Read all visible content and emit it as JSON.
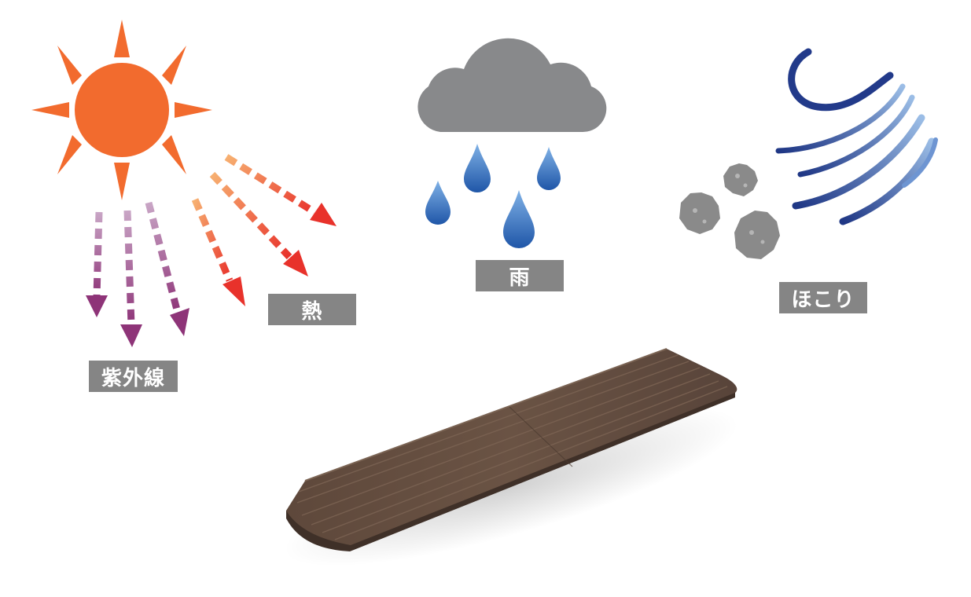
{
  "labels": {
    "uv": "紫外線",
    "heat": "熱",
    "rain": "雨",
    "dust": "ほこり"
  },
  "icons": {
    "sun": "sun-icon",
    "uv_arrows": "uv-arrow-icon",
    "heat_arrows": "heat-arrow-icon",
    "cloud": "rain-cloud-icon",
    "raindrops": "raindrop-icon",
    "wind": "wind-icon",
    "dust": "dust-particle-icon",
    "ramp": "wood-grain-step-ramp"
  },
  "colors": {
    "sun": "#f26b2e",
    "uv_top": "#c3a0c0",
    "uv_bottom": "#8e3478",
    "heat_top": "#f6ad6b",
    "heat_bottom": "#e8322b",
    "cloud": "#88898b",
    "rain_top": "#6aa1dc",
    "rain_bottom": "#1f56a8",
    "wind_dark": "#243d8c",
    "wind_light": "#8ab0e0",
    "dust": "#8a8a8a",
    "ramp_top": "#5b4639",
    "ramp_side": "#46352c",
    "label_bg": "#858585"
  }
}
